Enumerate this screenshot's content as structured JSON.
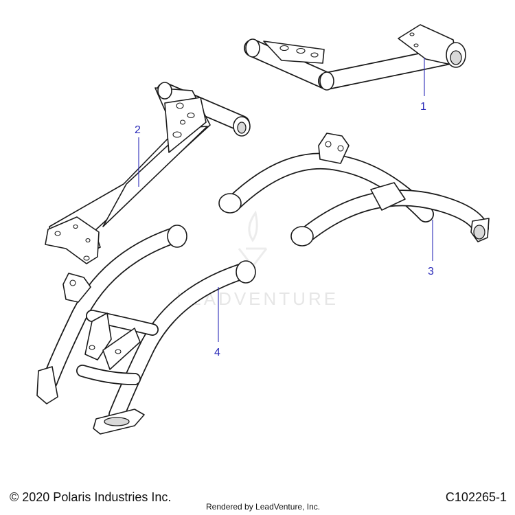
{
  "watermark": {
    "text": "LEADVENTURE"
  },
  "callouts": [
    {
      "id": "1",
      "label": "1"
    },
    {
      "id": "2",
      "label": "2"
    },
    {
      "id": "3",
      "label": "3"
    },
    {
      "id": "4",
      "label": "4"
    }
  ],
  "footer": {
    "copyright": "© 2020 Polaris Industries Inc.",
    "rendered_by": "Rendered by LeadVenture, Inc.",
    "diagram_id": "C102265-1"
  },
  "colors": {
    "line": "#1a1a1a",
    "callout": "#2a2ab8",
    "watermark": "#e6e6e6"
  }
}
